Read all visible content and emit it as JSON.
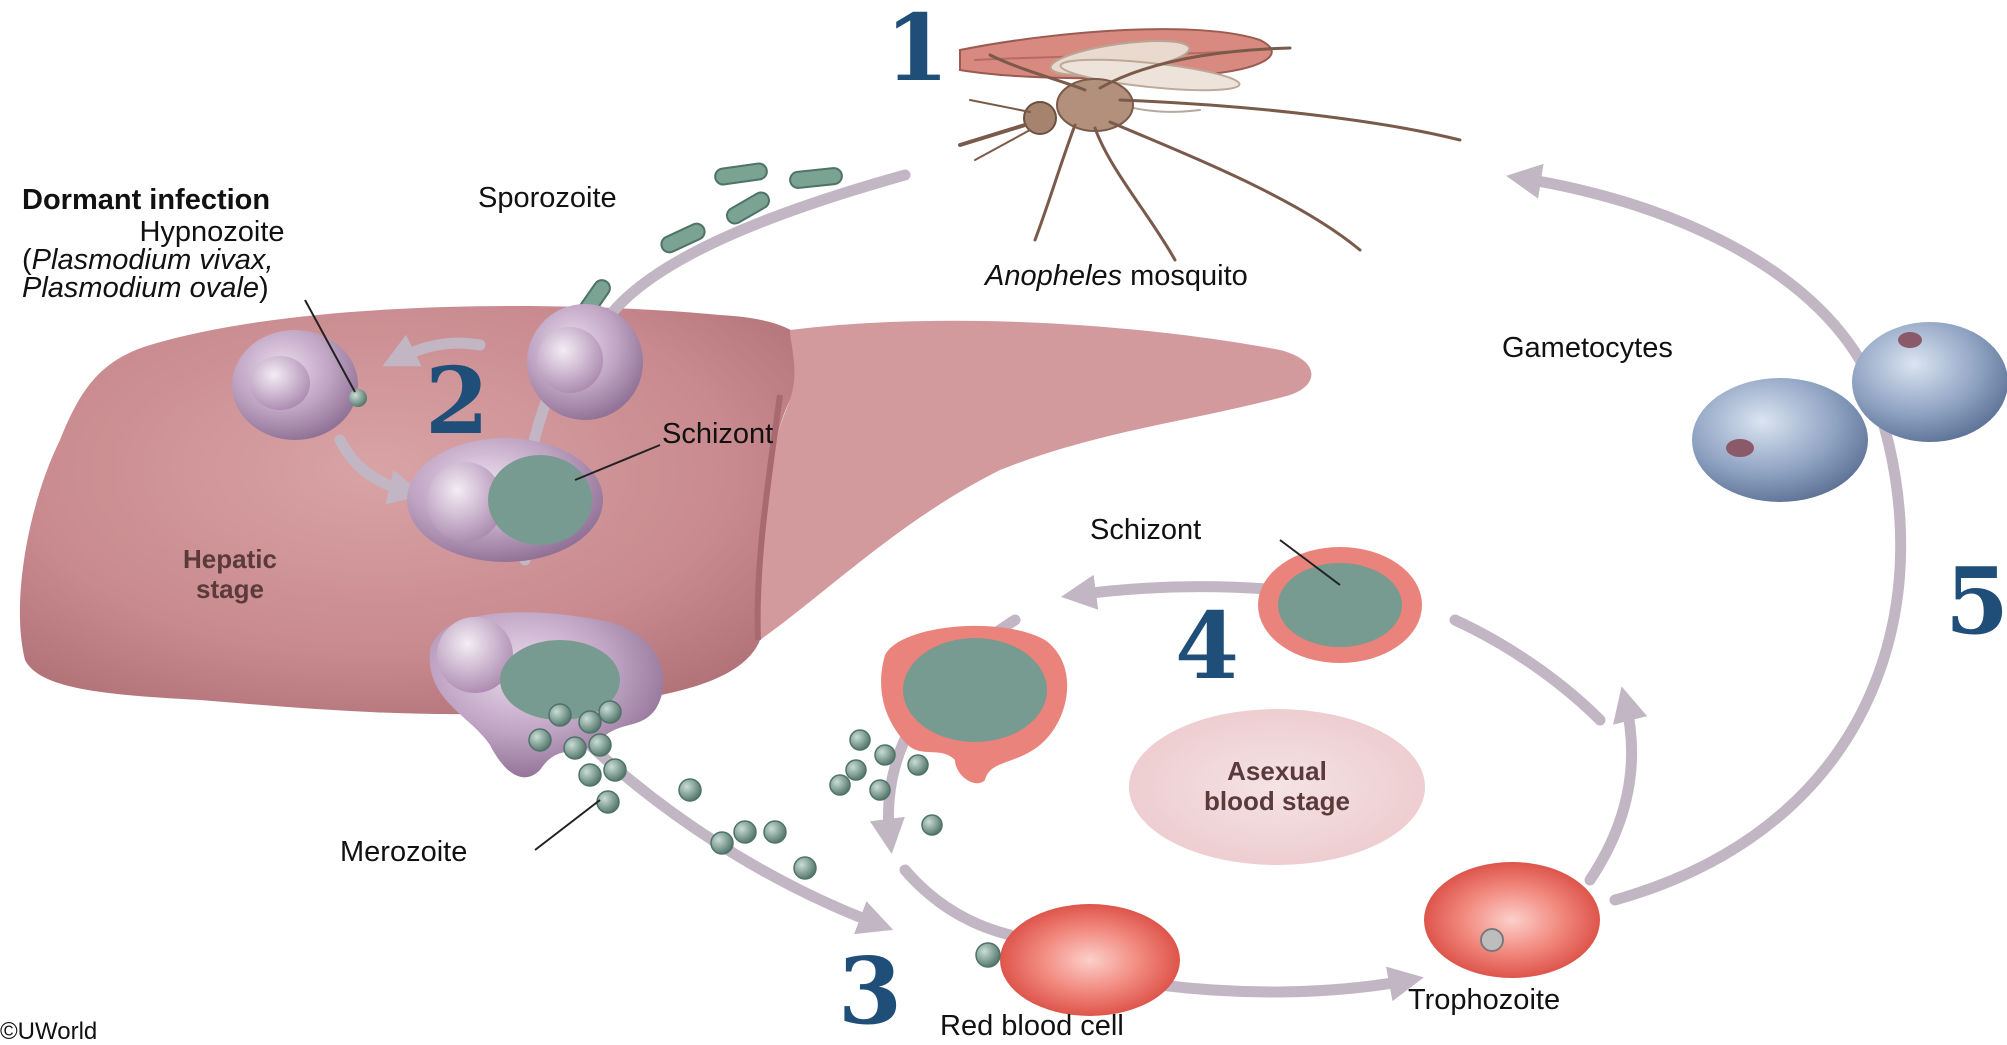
{
  "steps": [
    "1",
    "2",
    "3",
    "4",
    "5"
  ],
  "labels": {
    "dormant_title": "Dormant infection",
    "hypnozoite": "Hypnozoite",
    "vivax": "Plasmodium vivax,",
    "ovale": "Plasmodium ovale",
    "sporozoite": "Sporozoite",
    "mosquito_genus": "Anopheles",
    "mosquito_word": "mosquito",
    "schizont_liver": "Schizont",
    "hepatic_line1": "Hepatic",
    "hepatic_line2": "stage",
    "merozoite": "Merozoite",
    "gametocytes": "Gametocytes",
    "schizont_blood": "Schizont",
    "asexual_line1": "Asexual",
    "asexual_line2": "blood stage",
    "red_blood_cell": "Red blood cell",
    "trophozoite": "Trophozoite",
    "copyright": "©UWorld"
  },
  "colors": {
    "arrow": "#c2b6c4",
    "liver": "#c88a8e",
    "cell_lilac": "#b497b8",
    "rbc": "#e9645f",
    "parasite": "#6b8f85",
    "gametocyte": "#7b8fb0",
    "number": "#1f4e78",
    "asexual_bg": "#f1d8da"
  }
}
